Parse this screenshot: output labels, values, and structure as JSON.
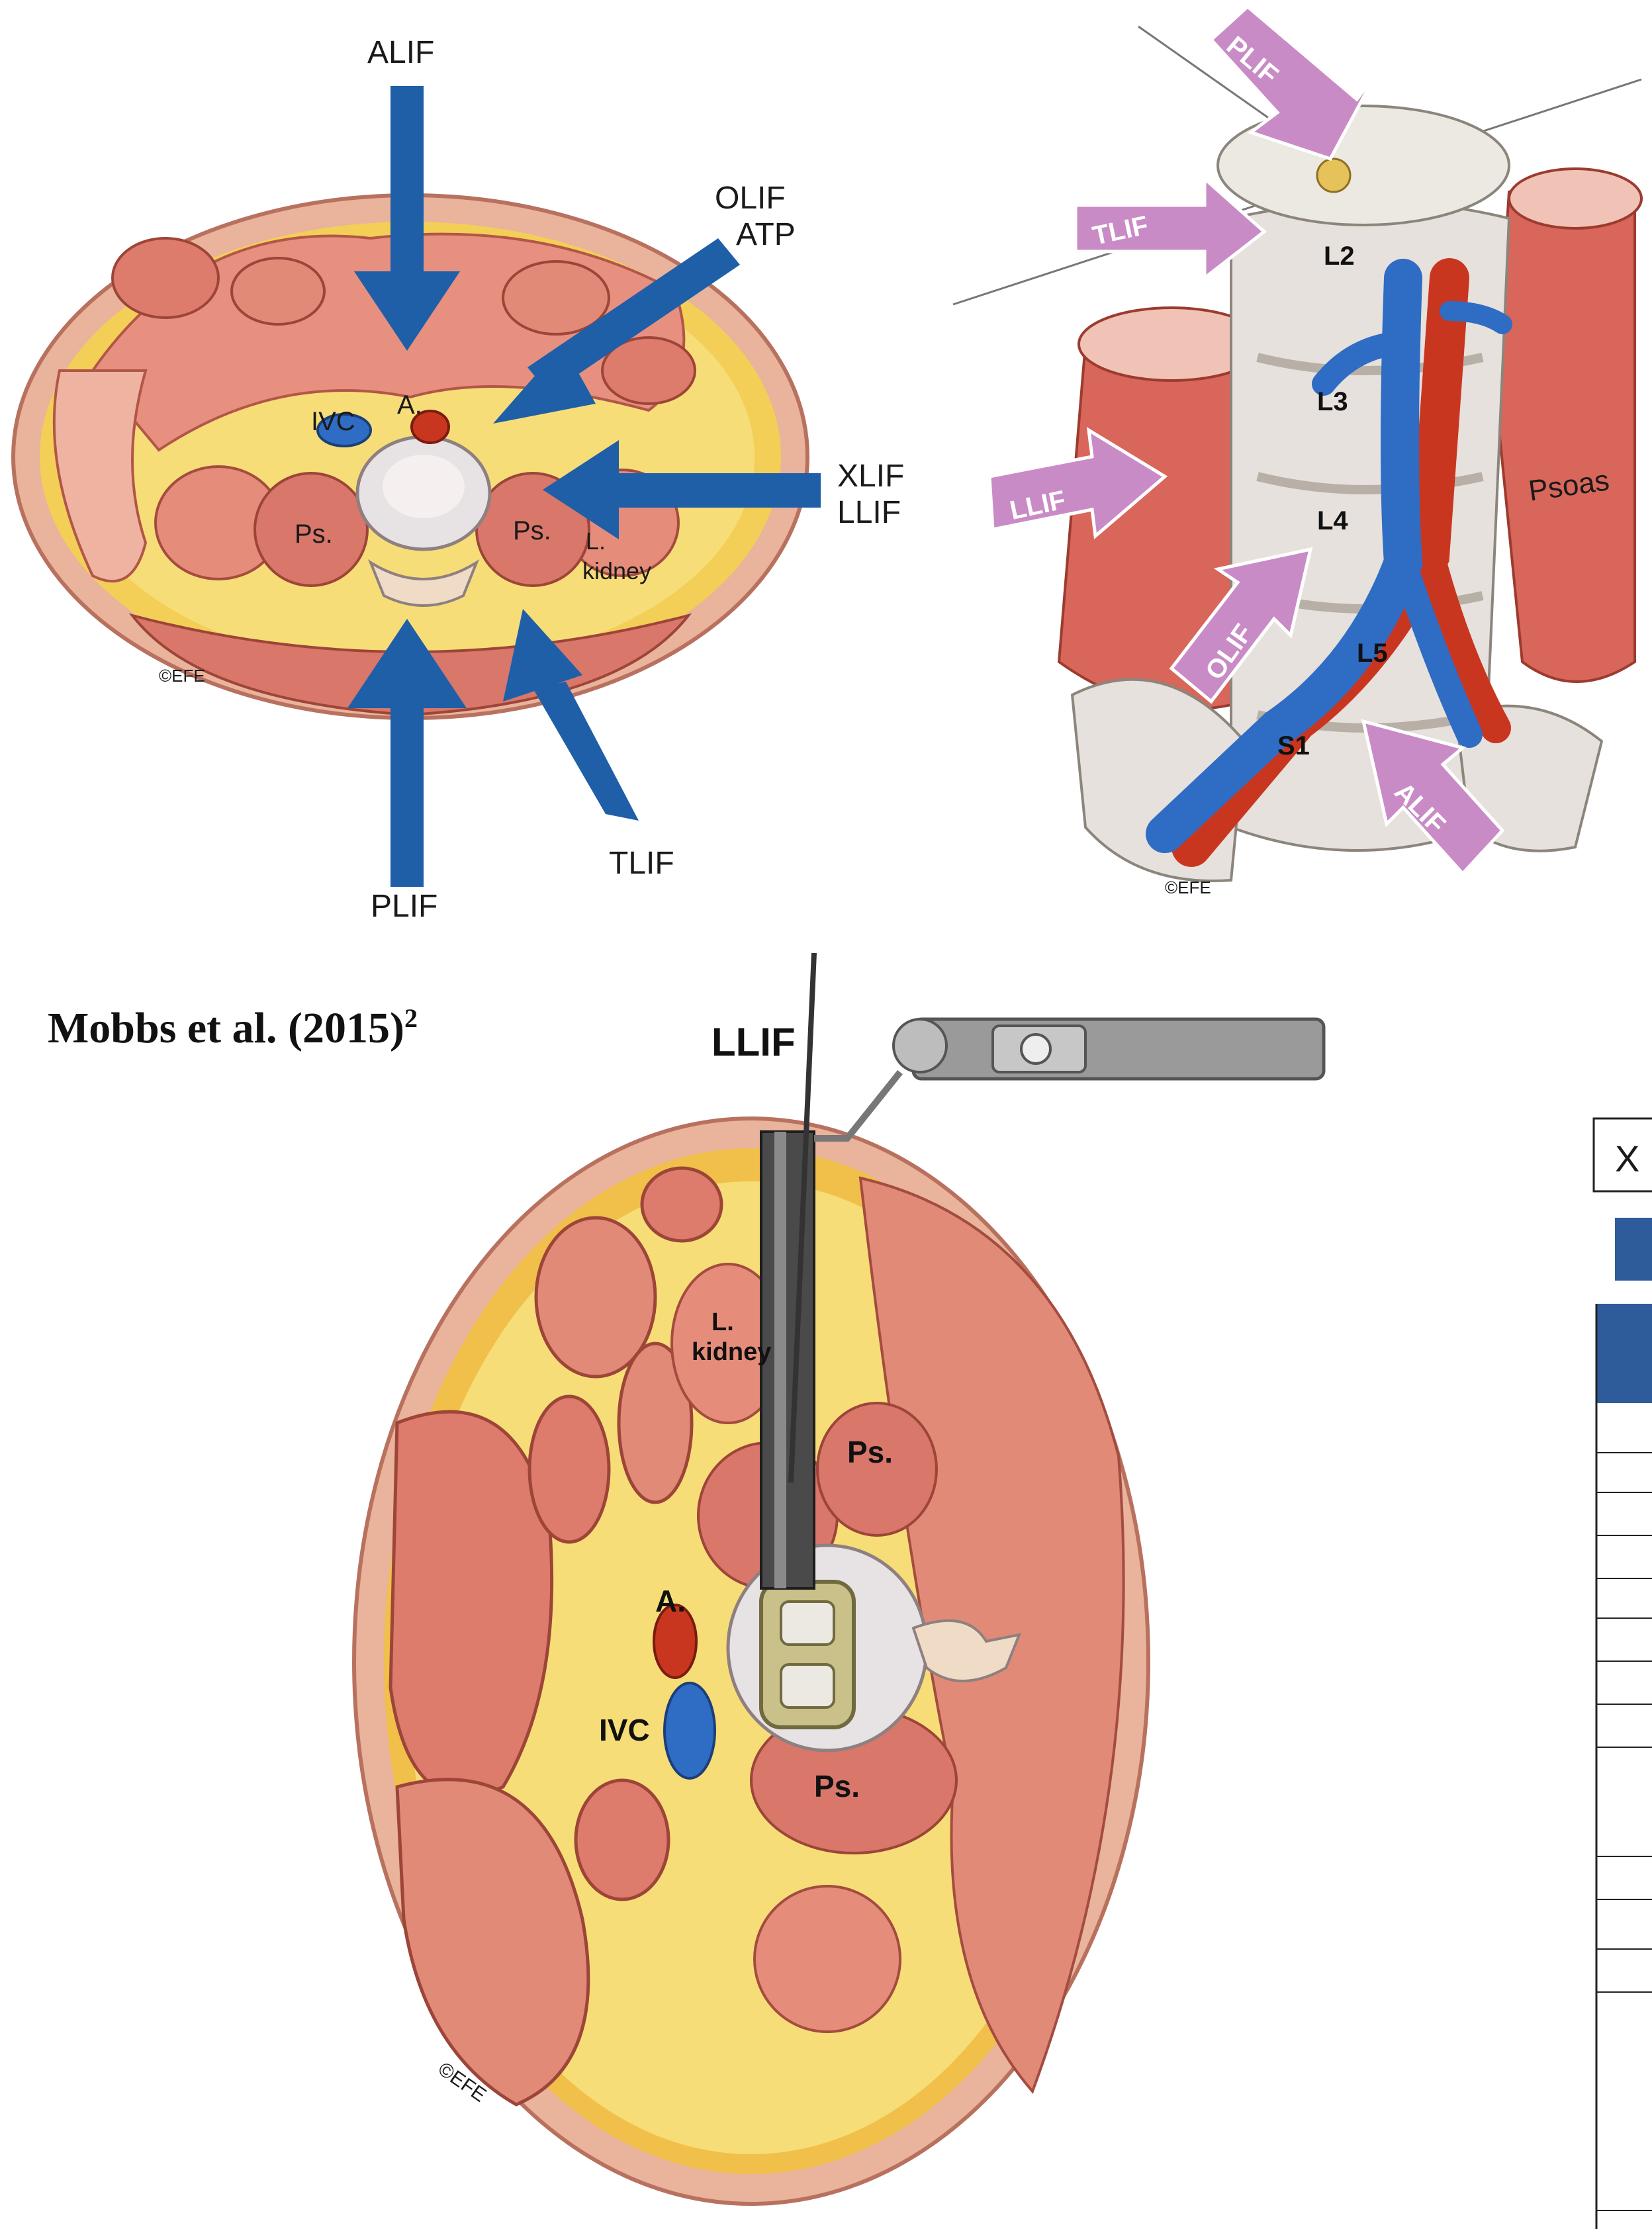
{
  "citation": {
    "text": "Mobbs et al. (2015)",
    "superscript": "2"
  },
  "axial_view": {
    "approaches": [
      "ALIF",
      "OLIF",
      "ATP",
      "XLIF",
      "LLIF",
      "PLIF",
      "TLIF"
    ],
    "anatomy": [
      "IVC",
      "A.",
      "Ps.",
      "Ps.",
      "L.",
      "kidney"
    ],
    "copyright": "©EFE"
  },
  "oblique_view": {
    "approaches": [
      "PLIF",
      "TLIF",
      "LLIF",
      "OLIF",
      "ALIF"
    ],
    "levels": [
      "L2",
      "L3",
      "L4",
      "L5",
      "S1"
    ],
    "muscle": "Psoas",
    "copyright": "©EFE"
  },
  "llif_view": {
    "title": "LLIF",
    "anatomy": [
      "L.",
      "kidney",
      "Ps.",
      "A.",
      "IVC",
      "Ps."
    ],
    "copyright": "©EFE"
  },
  "right_edge_table": {
    "visible_fragment": "X"
  },
  "colors": {
    "arrow_blue": "#1e5fa8",
    "arrow_pink": "#c98bc6",
    "muscle": "#d8776a",
    "fat": "#f4d35e",
    "aorta": "#c9361f",
    "vein": "#2f6cc4",
    "header_blue": "#2e5c9a"
  }
}
